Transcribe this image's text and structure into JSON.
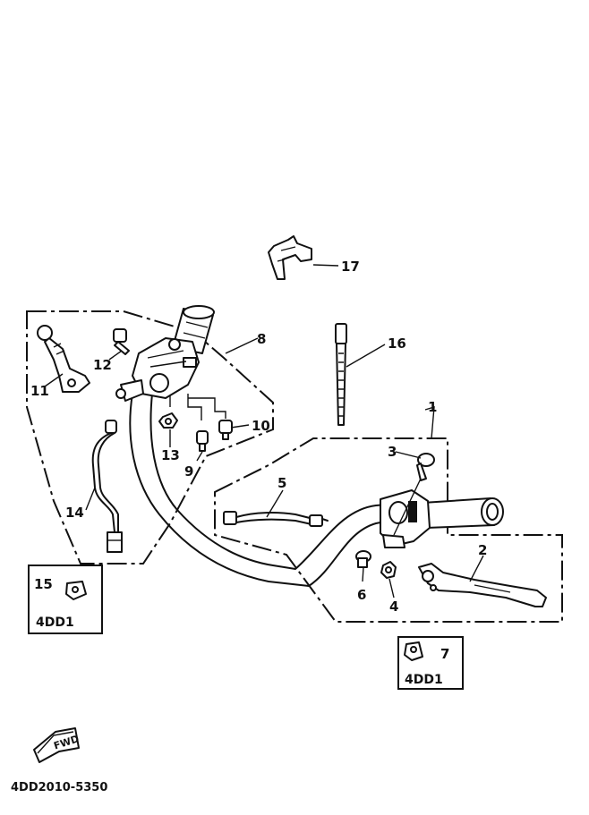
{
  "callouts": {
    "c1": "1",
    "c2": "2",
    "c3": "3",
    "c4": "4",
    "c5": "5",
    "c6": "6",
    "c7": "7",
    "c8": "8",
    "c9": "9",
    "c10": "10",
    "c11": "11",
    "c12": "12",
    "c13": "13",
    "c14": "14",
    "c15": "15",
    "c16": "16",
    "c17": "17"
  },
  "inset_boxes": {
    "left_code": "4DD1",
    "right_code": "4DD1"
  },
  "direction_arrow": "FWD",
  "diagram_code": "4DD2010-5350"
}
